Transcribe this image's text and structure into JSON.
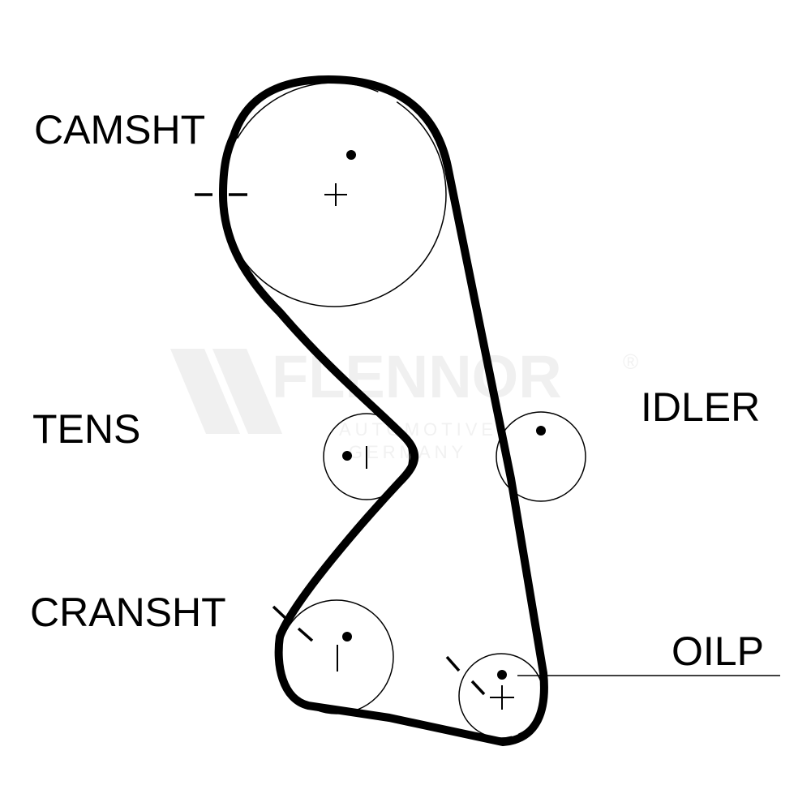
{
  "watermark": {
    "brand": "FLENNOR",
    "registered": "®",
    "line1": "AUTOMOTIVE",
    "line2": "GERMANY"
  },
  "labels": {
    "camshaft": "CAMSHT",
    "tensioner": "TENS",
    "idler": "IDLER",
    "crankshaft": "CRANSHT",
    "oil_pump": "OILP"
  },
  "colors": {
    "belt": "#000000",
    "watermark": "#f0f0f0"
  }
}
